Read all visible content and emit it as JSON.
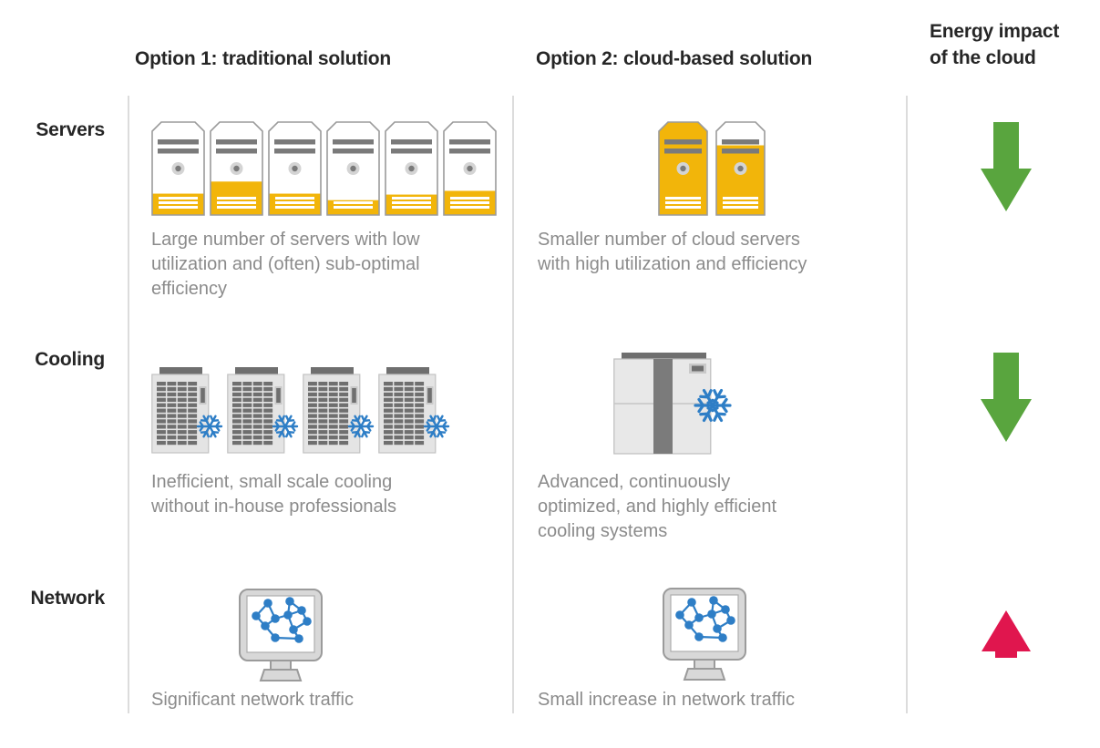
{
  "column_headers": {
    "option1": "Option 1: traditional solution",
    "option2": "Option 2: cloud-based solution",
    "impact": "Energy impact\nof the cloud"
  },
  "rows": [
    {
      "label": "Servers",
      "option1": {
        "caption": "Large number of servers with low\nutilization and (often) sub-optimal\nefficiency",
        "icon": "server-tower-group",
        "server_count": 6,
        "server_fill_percents": [
          23,
          36,
          23,
          16,
          22,
          26
        ]
      },
      "option2": {
        "caption": "Smaller number of cloud servers\nwith high utilization and efficiency",
        "icon": "server-tower-group",
        "server_count": 2,
        "server_fill_percents": [
          100,
          75
        ]
      },
      "impact": {
        "direction": "down",
        "meaning": "decrease",
        "color": "#59a53e"
      }
    },
    {
      "label": "Cooling",
      "option1": {
        "caption": "Inefficient, small scale cooling\nwithout in-house professionals",
        "icon": "cooling-unit-group",
        "unit_count": 4
      },
      "option2": {
        "caption": "Advanced, continuously\noptimized, and highly efficient\ncooling systems",
        "icon": "cooling-unit-large",
        "unit_count": 1
      },
      "impact": {
        "direction": "down",
        "meaning": "decrease",
        "color": "#59a53e"
      }
    },
    {
      "label": "Network",
      "option1": {
        "caption": "Significant network traffic",
        "icon": "network-monitor"
      },
      "option2": {
        "caption": "Small increase in network traffic",
        "icon": "network-monitor"
      },
      "impact": {
        "direction": "up",
        "meaning": "increase",
        "color": "#e0164e"
      }
    }
  ],
  "colors": {
    "accent_yellow": "#f2b50a",
    "icon_gray": "#7a7a7a",
    "light_gray": "#e4e4e4",
    "outline_gray": "#9b9b9b",
    "snowflake_blue": "#2e7ec6",
    "arrow_green": "#59a53e",
    "arrow_red": "#e0164e",
    "caption_gray": "#8b8b8b",
    "divider_gray": "#dcdcdc",
    "heading_dark": "#262626"
  }
}
